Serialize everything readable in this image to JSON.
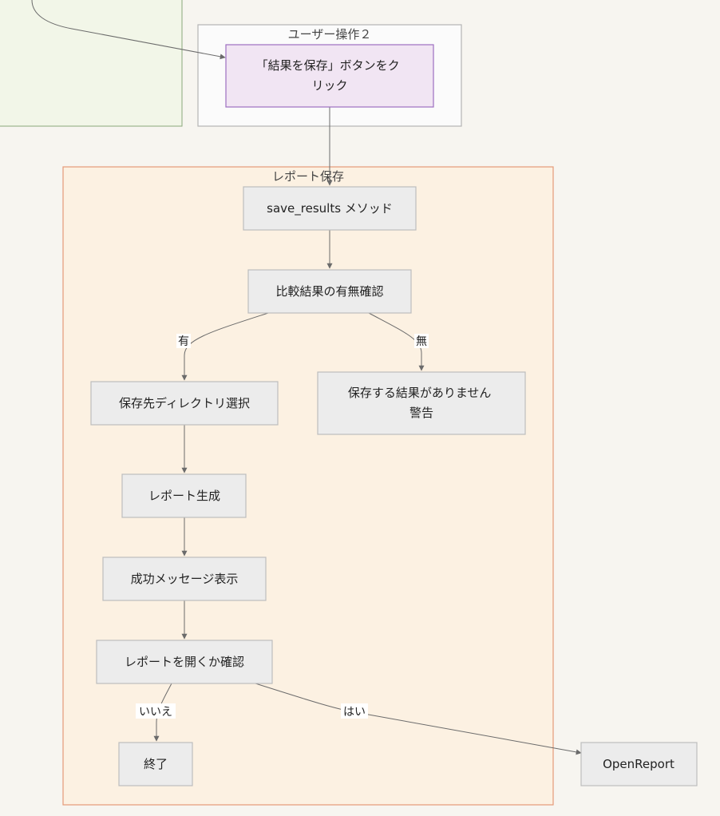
{
  "clusters": {
    "user_action_2": {
      "title": "ユーザー操作２"
    },
    "report_save": {
      "title": "レポート保存"
    }
  },
  "nodes": {
    "click_save": {
      "lines": [
        "「結果を保存」ボタンをク",
        "リック"
      ]
    },
    "save_results": {
      "lines": [
        "save_results メソッド"
      ]
    },
    "check_results": {
      "lines": [
        "比較結果の有無確認"
      ]
    },
    "select_dir": {
      "lines": [
        "保存先ディレクトリ選択"
      ]
    },
    "no_results_warn": {
      "lines": [
        "保存する結果がありません",
        "警告"
      ]
    },
    "generate_report": {
      "lines": [
        "レポート生成"
      ]
    },
    "success_msg": {
      "lines": [
        "成功メッセージ表示"
      ]
    },
    "confirm_open": {
      "lines": [
        "レポートを開くか確認"
      ]
    },
    "end": {
      "lines": [
        "終了"
      ]
    },
    "open_report": {
      "lines": [
        "OpenReport"
      ]
    }
  },
  "edge_labels": {
    "yes_results": "有",
    "no_results": "無",
    "no_open": "いいえ",
    "yes_open": "はい"
  },
  "colors": {
    "background": "#f7f5f0",
    "green_cluster_fill": "#f2f6e8",
    "green_cluster_stroke": "#8aa87a",
    "gray_cluster_fill": "#fbfbfb",
    "gray_cluster_stroke": "#b5b5b5",
    "orange_cluster_fill": "#fcf1e2",
    "orange_cluster_stroke": "#e59a78",
    "purple_node_fill": "#f1e5f3",
    "purple_node_stroke": "#9d6fc0",
    "node_fill": "#ececec",
    "node_stroke": "#bdbdbd",
    "edge": "#6b6b6b"
  }
}
